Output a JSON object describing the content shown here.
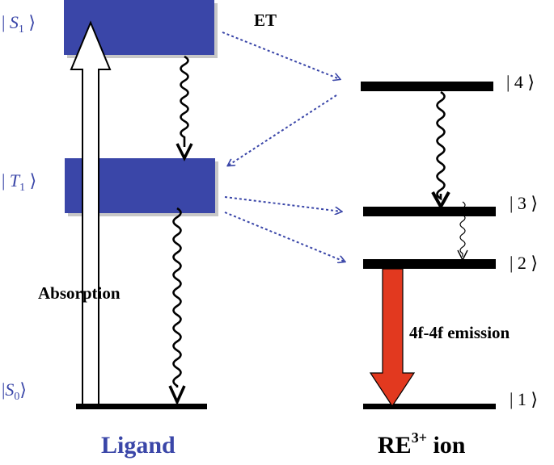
{
  "ligand": {
    "s1_label_left": "| ",
    "s1_state": "S",
    "s1_sub": "1",
    "s1_label_right": " ⟩",
    "t1_label_left": "| ",
    "t1_state": "T",
    "t1_sub": "1",
    "t1_label_right": " ⟩",
    "s0_label_left": "|",
    "s0_state": "S",
    "s0_sub": "0",
    "s0_label_right": "⟩",
    "name": "Ligand",
    "absorption_label": "Absorption"
  },
  "ion": {
    "level4": "| 4 ⟩",
    "level3": "| 3 ⟩",
    "level2": "| 2 ⟩",
    "level1": "| 1 ⟩",
    "name_prefix": "RE",
    "name_sup": "3+",
    "name_suffix": " ion",
    "emission_label": "4f-4f emission"
  },
  "transfer_label": "ET",
  "colors": {
    "band": "#3a46a8",
    "emission": "#e2391f",
    "dotted": "#3a46a8",
    "text_blue": "#3a46a8"
  }
}
